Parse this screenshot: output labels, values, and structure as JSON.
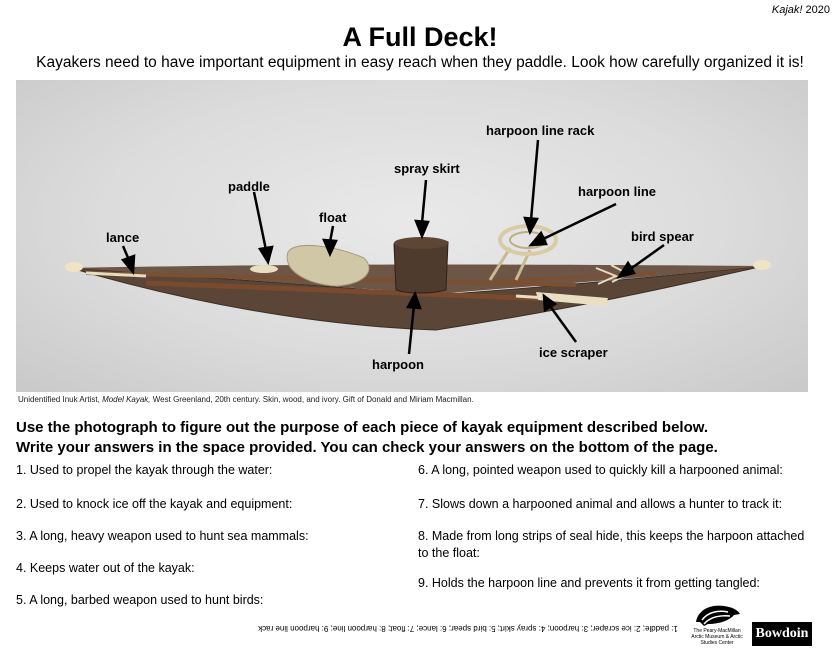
{
  "header": {
    "corner_title": "Kajak!",
    "corner_year": "2020",
    "title": "A Full Deck!",
    "subtitle": "Kayakers need to have important equipment in easy reach when they paddle. Look how carefully organized it is!"
  },
  "photo": {
    "labels": {
      "harpoon_line_rack": "harpoon line rack",
      "spray_skirt": "spray skirt",
      "harpoon_line": "harpoon line",
      "paddle": "paddle",
      "float": "float",
      "bird_spear": "bird spear",
      "lance": "lance",
      "ice_scraper": "ice scraper",
      "harpoon": "harpoon"
    }
  },
  "caption": {
    "artist": "Unidentified Inuk Artist,",
    "work": "Model Kayak,",
    "details": "West Greenland, 20th century. Skin, wood, and ivory. Gift of Donald and Miriam Macmillan."
  },
  "instructions": {
    "line1": "Use the photograph to figure out the purpose of each piece of kayak equipment described below.",
    "line2": "Write your answers in the space provided. You can check your answers on the bottom of the page."
  },
  "questions": {
    "q1": "1. Used to propel the kayak through the water:",
    "q2": "2. Used to knock ice off the kayak and equipment:",
    "q3": "3. A long, heavy weapon used to hunt sea mammals:",
    "q4": "4. Keeps water out of the kayak:",
    "q5": "5. A long, barbed weapon used to hunt birds:",
    "q6": "6. A long, pointed weapon used to quickly kill a harpooned animal:",
    "q7": "7. Slows down a harpooned animal and allows a hunter to track it:",
    "q8": "8. Made from long strips of seal hide, this keeps the harpoon attached to the float:",
    "q9": "9. Holds the harpoon line and prevents it from getting tangled:"
  },
  "answer_key": "1: paddle; 2: ice scraper; 3: harpoon; 4: spray skirt; 5: bird spear; 6: lance; 7: float; 8: harpoon line; 9: harpoon line rack",
  "logos": {
    "peary": "The Peary-MacMillan Arctic Museum & Arctic Studies Center",
    "bowdoin": "Bowdoin"
  }
}
